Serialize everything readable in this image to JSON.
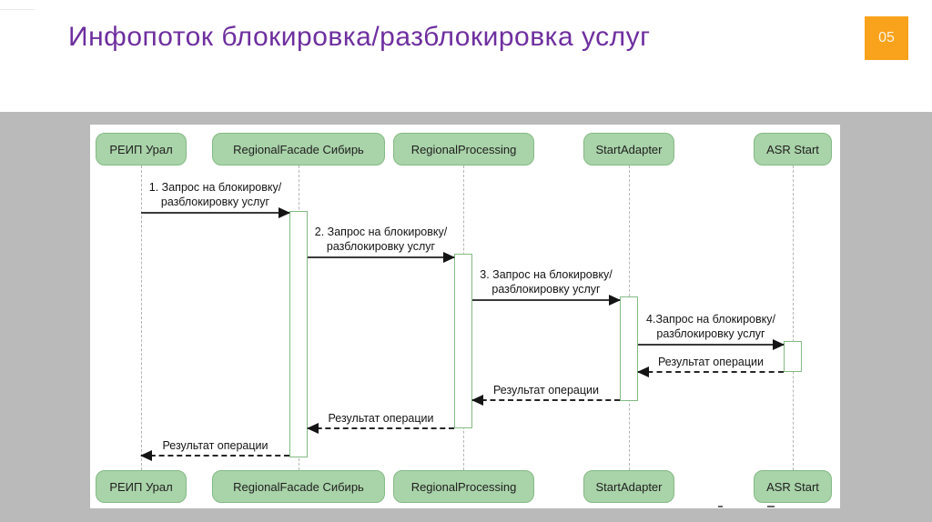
{
  "header": {
    "title": "Инфопоток блокировка/разблокировка услуг",
    "slide_number": "05",
    "title_color": "#6E2F9F",
    "slide_number_bg": "#F9A21B"
  },
  "diagram": {
    "type": "uml-sequence",
    "colors": {
      "participant_fill": "#A9D3A9",
      "participant_border": "#84BA84",
      "canvas_bg": "#FFFFFF",
      "band_bg": "#BABABA",
      "arrow": "#3A3A3A",
      "lifeline": "#B5B5B5"
    },
    "participants": [
      {
        "label": "РЕИП Урал"
      },
      {
        "label": "RegionalFacade Сибирь"
      },
      {
        "label": "RegionalProcessing"
      },
      {
        "label": "StartAdapter"
      },
      {
        "label": "ASR Start"
      }
    ],
    "messages": [
      {
        "line1": "1. Запрос на блокировку/",
        "line2": "разблокировку услуг",
        "from": "РЕИП Урал",
        "to": "RegionalFacade Сибирь",
        "style": "solid"
      },
      {
        "line1": "2. Запрос на блокировку/",
        "line2": "разблокировку услуг",
        "from": "RegionalFacade Сибирь",
        "to": "RegionalProcessing",
        "style": "solid"
      },
      {
        "line1": "3. Запрос на блокировку/",
        "line2": "разблокировку услуг",
        "from": "RegionalProcessing",
        "to": "StartAdapter",
        "style": "solid"
      },
      {
        "line1": "4.Запрос на блокировку/",
        "line2": "разблокировку услуг",
        "from": "StartAdapter",
        "to": "ASR Start",
        "style": "solid"
      }
    ],
    "returns": [
      {
        "label": "Результат операции",
        "from": "ASR Start",
        "to": "StartAdapter",
        "style": "dashed"
      },
      {
        "label": "Результат операции",
        "from": "StartAdapter",
        "to": "RegionalProcessing",
        "style": "dashed"
      },
      {
        "label": "Результат операции",
        "from": "RegionalProcessing",
        "to": "RegionalFacade Сибирь",
        "style": "dashed"
      },
      {
        "label": "Результат операции",
        "from": "RegionalFacade Сибирь",
        "to": "РЕИП Урал",
        "style": "dashed"
      }
    ]
  }
}
